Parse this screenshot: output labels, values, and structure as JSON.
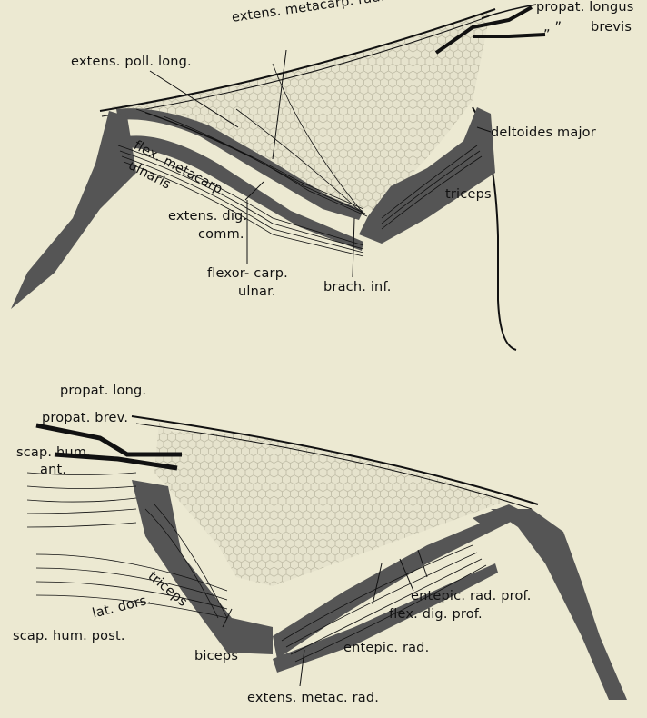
{
  "top_panel": {
    "labels": {
      "propat_longus": "propat. longus",
      "ditto_marks": "„ ”",
      "brevis": "brevis",
      "extens_metacarp_rad": "extens. metacarp. rad.",
      "extens_poll_long": "extens. poll. long.",
      "deltoides_major": "deltoides major",
      "flex_metacarp": "flex. metacarp.",
      "ulnaris": "ulnaris",
      "triceps": "triceps",
      "extens_dig": "extens. dig.",
      "comm": "comm.",
      "flexor_carp": "flexor- carp.",
      "ulnar": "ulnar.",
      "brach_inf": "brach. inf."
    }
  },
  "bottom_panel": {
    "labels": {
      "propat_long": "propat. long.",
      "propat_brev": "propat. brev.",
      "scap_hum": "scap. hum.",
      "ant": "ant.",
      "lat_dors": "lat. dors.",
      "triceps": "triceps",
      "scap_hum_post": "scap. hum. post.",
      "entepic_rad_prof": "entepic. rad. prof.",
      "flex_dig_prof": "flex. dig. prof.",
      "entepic_rad": "entepic. rad.",
      "biceps": "biceps",
      "extens_metac_rad": "extens. metac. rad."
    }
  },
  "colors": {
    "background": "#ece9d2",
    "bone": "#555555",
    "ink": "#111111",
    "membrane_fill": "#e6e3cd"
  }
}
